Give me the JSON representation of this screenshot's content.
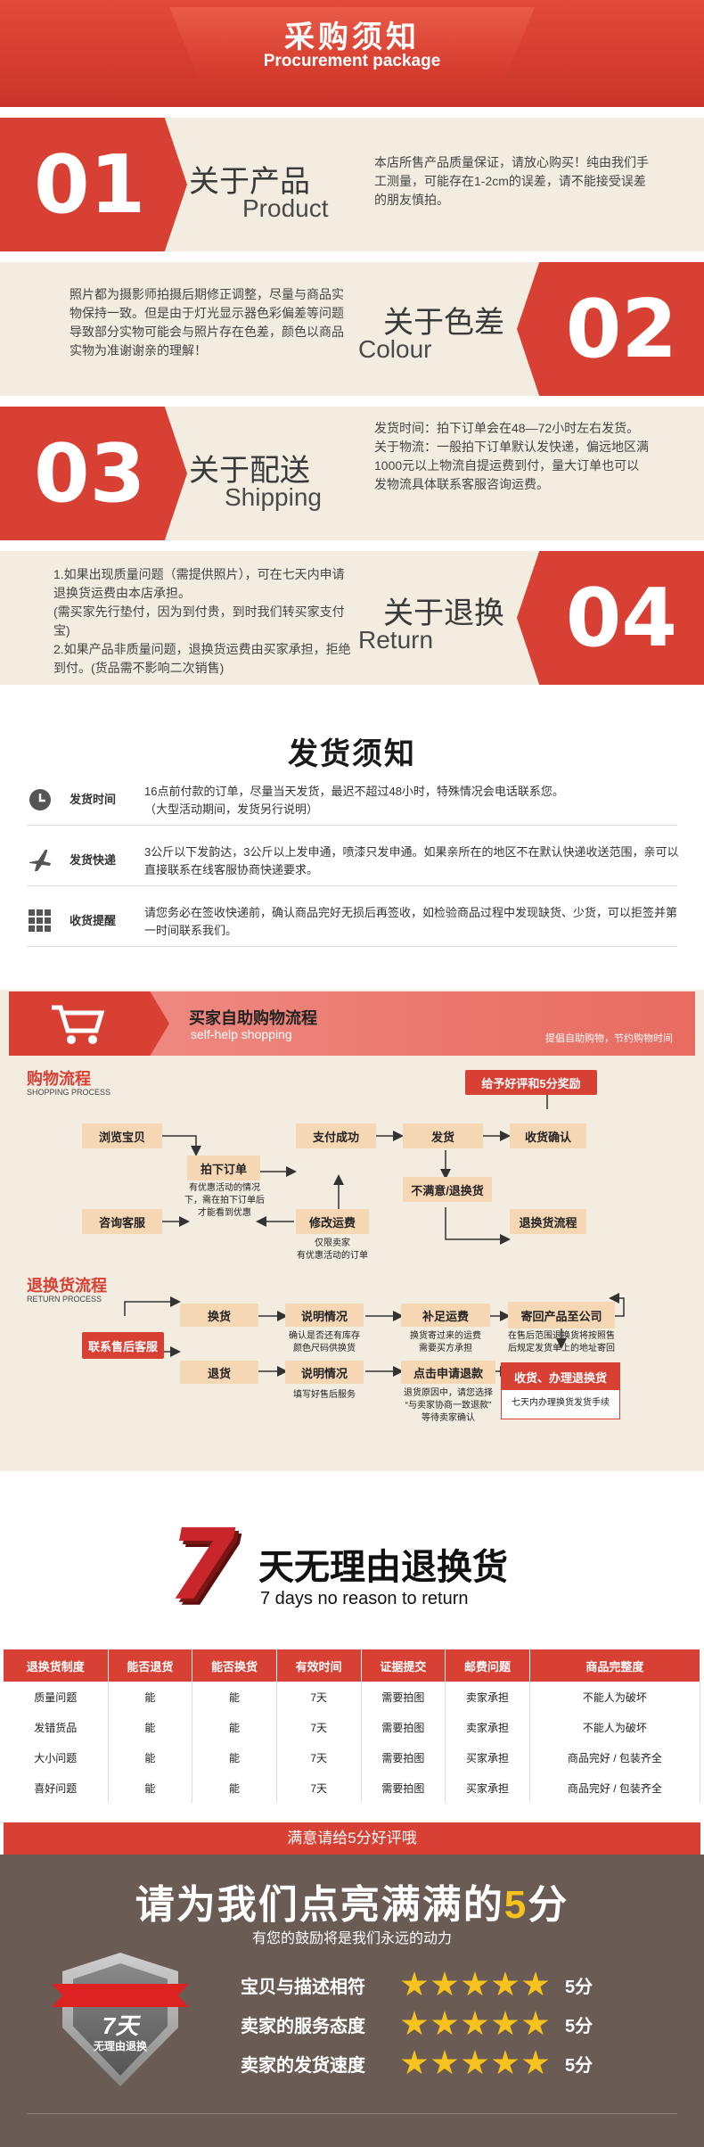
{
  "header": {
    "title_cn": "采购须知",
    "title_en": "Procurement package"
  },
  "notices": [
    {
      "num": "01",
      "title_cn": "关于产品",
      "title_en": "Product",
      "desc": "本店所售产品质量保证，请放心购买！纯由我们手工测量，可能存在1-2cm的误差，请不能接受误差的朋友慎拍。"
    },
    {
      "num": "02",
      "title_cn": "关于色差",
      "title_en": "Colour",
      "desc": "照片都为摄影师拍摄后期修正调整，尽量与商品实物保持一致。但是由于灯光显示器色彩偏差等问题导致部分实物可能会与照片存在色差，颜色以商品实物为准谢谢亲的理解！"
    },
    {
      "num": "03",
      "title_cn": "关于配送",
      "title_en": "Shipping",
      "desc": "发货时间：拍下订单会在48—72小时左右发货。\n关于物流：一般拍下订单默认发快递，偏远地区满1000元以上物流自提运费到付，量大订单也可以发物流具体联系客服咨询运费。"
    },
    {
      "num": "04",
      "title_cn": "关于退换",
      "title_en": "Return",
      "desc": "1.如果出现质量问题（需提供照片），可在七天内申请退换货运费由本店承担。\n(需买家先行垫付，因为到付贵，到时我们转买家支付宝)\n2.如果产品非质量问题，退换货运费由买家承担，拒绝到付。(货品需不影响二次销售)"
    }
  ],
  "shipping": {
    "title": "发货须知",
    "rows": [
      {
        "label": "发货时间",
        "icon": "clock-icon",
        "text": "16点前付款的订单，尽量当天发货，最迟不超过48小时，特殊情况会电话联系您。\n（大型活动期间，发货另行说明）"
      },
      {
        "label": "发货快递",
        "icon": "plane-icon",
        "text": "3公斤以下发韵达，3公斤以上发申通，喷漆只发申通。如果亲所在的地区不在默认快递收送范围，亲可以直接联系在线客服协商快递要求。"
      },
      {
        "label": "收货提醒",
        "icon": "grid-icon",
        "text": "请您务必在签收快递前，确认商品完好无损后再签收，如检验商品过程中发现缺货、少货，可以拒签并第一时间联系我们。"
      }
    ]
  },
  "process": {
    "title": "买家自助购物流程",
    "subtitle": "self-help shopping",
    "tip": "提倡自助购物，节约购物时间",
    "shop_title": "购物流程",
    "shop_title_en": "SHOPPING PROCESS",
    "return_title": "退换货流程",
    "return_title_en": "RETURN PROCESS",
    "boxes": {
      "browse": "浏览宝贝",
      "consult": "咨询客服",
      "order": "拍下订单",
      "pay": "支付成功",
      "ship": "发货",
      "receive": "收货确认",
      "praise": "给予好评和5分奖励",
      "unhappy": "不满意/退换货",
      "modify": "修改运费",
      "return_flow": "退换货流程",
      "contact": "联系售后客服",
      "exchange": "换货",
      "explain1": "说明情况",
      "resend": "补足运费",
      "sendback": "寄回产品至公司",
      "refund": "退货",
      "explain2": "说明情况",
      "apply": "点击申请退款",
      "receive_refund": "收货、办理退换货"
    },
    "notes": {
      "order": "有优惠活动的情况下，需在拍下订单后才能看到优惠",
      "modify": "仅限卖家\n有优惠活动的订单",
      "explain1": "确认是否还有库存\n颜色尺码供换货",
      "resend": "换货寄过来的运费\n需要买方承担",
      "sendback": "在售后范围退换货将按照售后规定发货单上的地址寄回",
      "explain2": "填写好售后服务",
      "apply": "退货原因中，请您选择\n“与卖家协商一致退款”\n等待卖家确认",
      "receive_refund": "七天内办理换货发货手续"
    }
  },
  "seven": {
    "num": "7",
    "cn": "天无理由退换货",
    "en": "7 days no reason to return"
  },
  "table": {
    "headers": [
      "退换货制度",
      "能否退货",
      "能否换货",
      "有效时间",
      "证据提交",
      "邮费问题",
      "商品完整度"
    ],
    "rows": [
      [
        "质量问题",
        "能",
        "能",
        "7天",
        "需要拍图",
        "卖家承担",
        "不能人为破坏"
      ],
      [
        "发错货品",
        "能",
        "能",
        "7天",
        "需要拍图",
        "卖家承担",
        "不能人为破坏"
      ],
      [
        "大小问题",
        "能",
        "能",
        "7天",
        "需要拍图",
        "买家承担",
        "商品完好 / 包装齐全"
      ],
      [
        "喜好问题",
        "能",
        "能",
        "7天",
        "需要拍图",
        "买家承担",
        "商品完好 / 包装齐全"
      ]
    ],
    "footer": "满意请给5分好评哦"
  },
  "rating": {
    "title_pre": "请为我们点亮满满的",
    "title_num": "5",
    "title_post": "分",
    "subtitle": "有您的鼓励将是我们永远的动力",
    "badge_main": "7天",
    "badge_sub": "无理由退换",
    "items": [
      {
        "label": "宝贝与描述相符",
        "score": "5分"
      },
      {
        "label": "卖家的服务态度",
        "score": "5分"
      },
      {
        "label": "卖家的发货速度",
        "score": "5分"
      }
    ],
    "star_color": "#f6c21b"
  }
}
